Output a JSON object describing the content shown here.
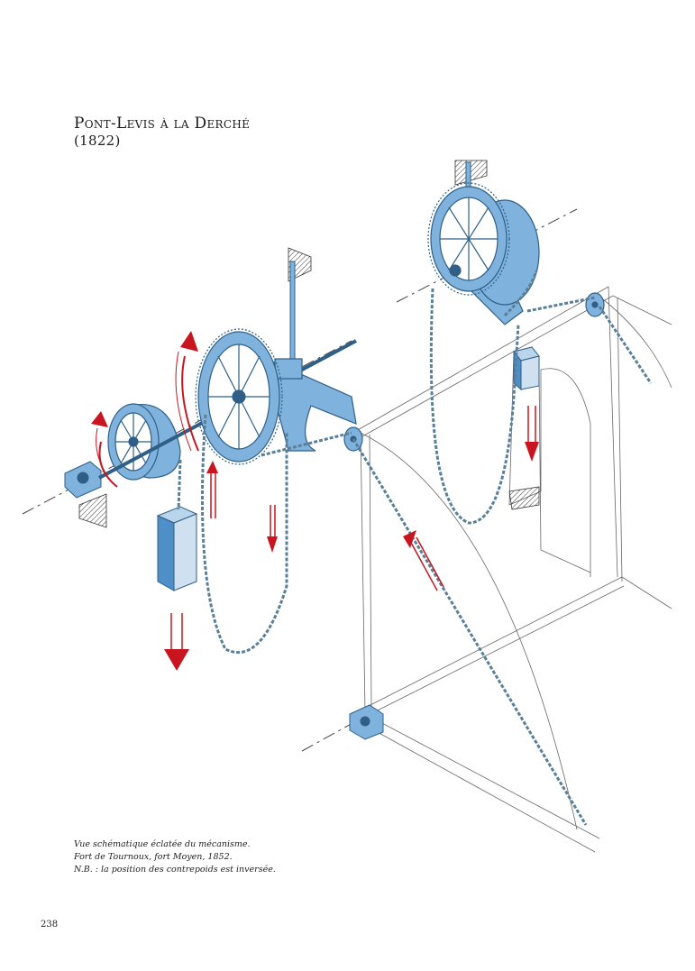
{
  "page": {
    "title": "Pont-Levis à la Derché",
    "year": "(1822)",
    "caption": [
      "Vue schématique éclatée du mécanisme.",
      "Fort de Tournoux, fort Moyen, 1852.",
      "N.B. : la position des contrepoids est inversée."
    ],
    "page_number": "238"
  },
  "colors": {
    "mechanism_blue": "#7fb3de",
    "mechanism_outline": "#2f5f86",
    "chain": "#5a7f99",
    "arrow_red": "#c8151f",
    "line_gray": "#555555"
  }
}
